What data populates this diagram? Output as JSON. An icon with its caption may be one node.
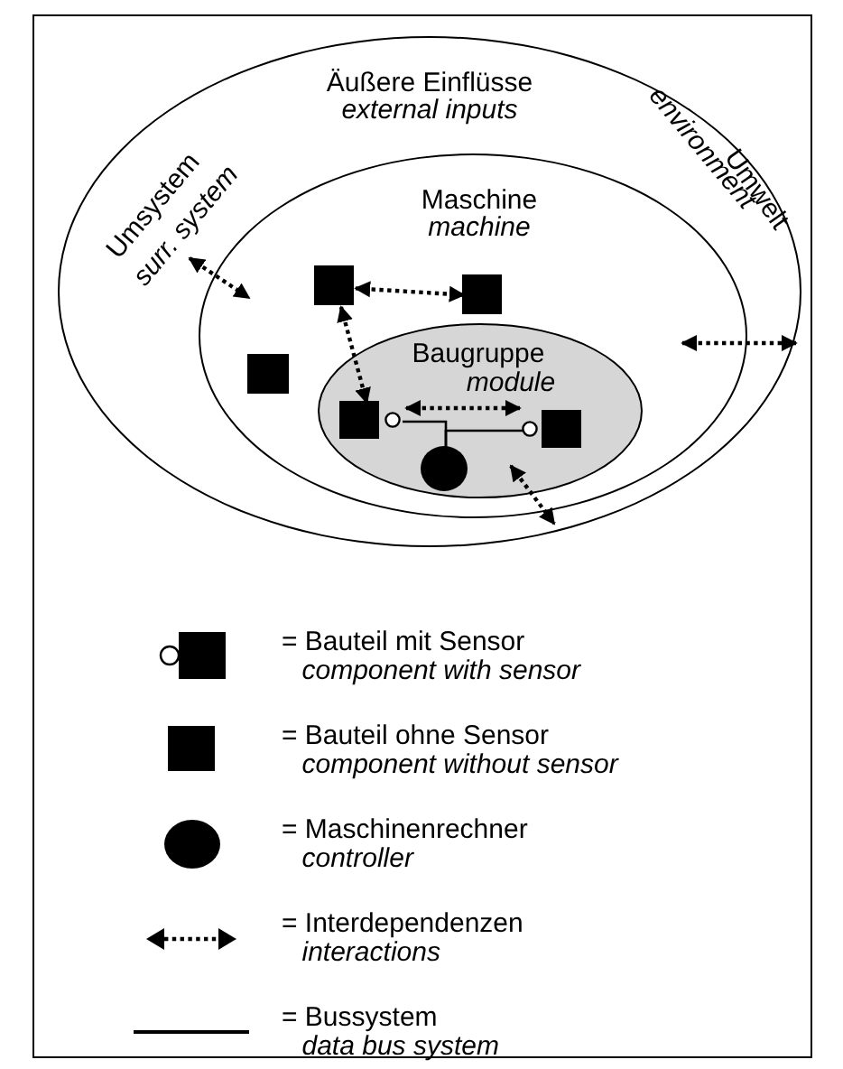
{
  "diagram": {
    "nodes": [
      {
        "text": [
          "Äußere Einflüsse",
          "external inputs",
          "Umsystem",
          "surr. system",
          "Umwelt",
          "environment"
        ]
      },
      {
        "text": [
          "Maschine",
          "machine"
        ],
        "in": 0
      },
      {
        "text": [],
        "shape": "box",
        "in": 1
      },
      {
        "text": [],
        "shape": "box",
        "in": 1
      },
      {
        "text": [],
        "shape": "box",
        "in": 1
      },
      {
        "text": [
          "Baugruppe",
          "module"
        ],
        "in": 1
      },
      {
        "text": [],
        "shape": "box",
        "in": 5
      },
      {
        "text": [],
        "shape": "box",
        "in": 5
      },
      {
        "text": [],
        "shape": "circle",
        "in": 5
      }
    ],
    "edges": [
      {
        "from": 2,
        "to": 3,
        "arrow": "both",
        "style": "dashed"
      },
      {
        "from": 2,
        "to": 6,
        "arrow": "both",
        "style": "dashed"
      },
      {
        "from": 6,
        "to": 7,
        "arrow": "both",
        "style": "dashed"
      },
      {
        "from": 5,
        "to": 0,
        "arrow": "both",
        "style": "dashed"
      },
      {
        "from": 1,
        "to": 0,
        "arrow": "both",
        "style": "dashed"
      },
      {
        "from": null,
        "to": 1,
        "arrow": "both",
        "style": "dashed"
      },
      {
        "from": 6,
        "to": 8,
        "arrow": "none"
      },
      {
        "from": 7,
        "to": 8,
        "arrow": "none"
      }
    ],
    "legend": [
      {
        "text": "= Bauteil mit Sensor *component with sensor*"
      },
      {
        "text": "= Bauteil ohne Sensor *component without sensor*"
      },
      {
        "text": "= Maschinenrechner *controller*"
      },
      {
        "text": "= Interdependenzen *interactions*"
      },
      {
        "text": "= Bussystem *data bus system*"
      }
    ]
  }
}
